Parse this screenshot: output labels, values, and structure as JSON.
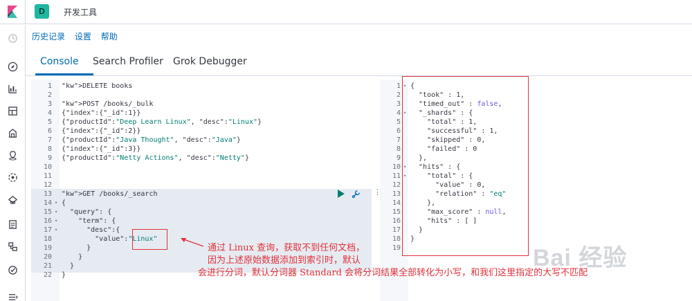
{
  "header": {
    "space_initial": "D",
    "app_title": "开发工具"
  },
  "menu": {
    "history": "历史记录",
    "settings": "设置",
    "help": "帮助"
  },
  "tabs": {
    "console": "Console",
    "search_profiler": "Search Profiler",
    "grok_debugger": "Grok Debugger"
  },
  "editor": {
    "lines": [
      {
        "n": "1",
        "text": "DELETE books"
      },
      {
        "n": "2",
        "text": ""
      },
      {
        "n": "3",
        "text": "POST /books/_bulk"
      },
      {
        "n": "4",
        "text": "{\"index\":{\"_id\":1}}"
      },
      {
        "n": "5",
        "text": "{\"productId\":\"Deep Learn Linux\", \"desc\":\"Linux\"}"
      },
      {
        "n": "6",
        "text": "{\"index\":{\"_id\":2}}"
      },
      {
        "n": "7",
        "text": "{\"productId\":\"Java Thought\", \"desc\":\"Java\"}"
      },
      {
        "n": "8",
        "text": "{\"index\":{\"_id\":3}}"
      },
      {
        "n": "9",
        "text": "{\"productId\":\"Netty Actions\", \"desc\":\"Netty\"}"
      },
      {
        "n": "10",
        "text": ""
      },
      {
        "n": "11",
        "text": ""
      },
      {
        "n": "12",
        "text": ""
      },
      {
        "n": "13",
        "text": "GET /books/_search"
      },
      {
        "n": "14",
        "text": "{"
      },
      {
        "n": "15",
        "text": "  \"query\": {"
      },
      {
        "n": "16",
        "text": "    \"term\": {"
      },
      {
        "n": "17",
        "text": "      \"desc\":{"
      },
      {
        "n": "18",
        "text": "        \"value\":\"Linux\""
      },
      {
        "n": "19",
        "text": "      }"
      },
      {
        "n": "20",
        "text": "    }"
      },
      {
        "n": "21",
        "text": "  }"
      },
      {
        "n": "22",
        "text": "}"
      }
    ]
  },
  "output": {
    "lines": [
      {
        "n": "1",
        "text": "{"
      },
      {
        "n": "2",
        "text": "  \"took\" : 1,"
      },
      {
        "n": "3",
        "text": "  \"timed_out\" : false,"
      },
      {
        "n": "4",
        "text": "  \"_shards\" : {"
      },
      {
        "n": "5",
        "text": "    \"total\" : 1,"
      },
      {
        "n": "6",
        "text": "    \"successful\" : 1,"
      },
      {
        "n": "7",
        "text": "    \"skipped\" : 0,"
      },
      {
        "n": "8",
        "text": "    \"failed\" : 0"
      },
      {
        "n": "9",
        "text": "  },"
      },
      {
        "n": "10",
        "text": "  \"hits\" : {"
      },
      {
        "n": "11",
        "text": "    \"total\" : {"
      },
      {
        "n": "12",
        "text": "      \"value\" : 0,"
      },
      {
        "n": "13",
        "text": "      \"relation\" : \"eq\""
      },
      {
        "n": "14",
        "text": "    },"
      },
      {
        "n": "15",
        "text": "    \"max_score\" : null,"
      },
      {
        "n": "16",
        "text": "    \"hits\" : [ ]"
      },
      {
        "n": "17",
        "text": "  }"
      },
      {
        "n": "18",
        "text": "}"
      },
      {
        "n": "19",
        "text": ""
      }
    ]
  },
  "annotation": {
    "line1": "通过 Linux 查询，获取不到任何文档，",
    "line2": "因为上述原始数据添加到索引时，默认",
    "line3": "会进行分词，默认分词器 Standard 会将分词结果全部转化为小写，和我们这里指定的大写不匹配"
  },
  "watermark": "Bai 经验",
  "colors": {
    "accent": "#006bb4",
    "annotation_red": "#e0303a",
    "space_badge": "#20b7a0"
  }
}
